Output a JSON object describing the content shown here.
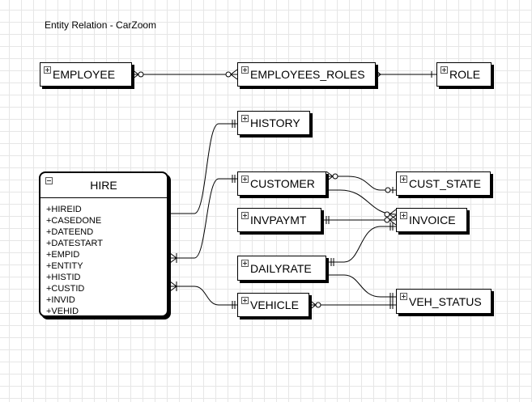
{
  "title": "Entity Relation - CarZoom",
  "entities": {
    "employee": "EMPLOYEE",
    "employees_roles": "EMPLOYEES_ROLES",
    "role": "ROLE",
    "history": "HISTORY",
    "customer": "CUSTOMER",
    "cust_state": "CUST_STATE",
    "invpaymt": "INVPAYMT",
    "invoice": "INVOICE",
    "dailyrate": "DAILYRATE",
    "vehicle": "VEHICLE",
    "veh_status": "VEH_STATUS",
    "hire": {
      "name": "HIRE",
      "attributes": [
        "+HIREID",
        "+CASEDONE",
        "+DATEEND",
        "+DATESTART",
        "+EMPID",
        "+ENTITY",
        "+HISTID",
        "+CUSTID",
        "+INVID",
        "+VEHID"
      ]
    }
  },
  "colors": {
    "line": "#000000",
    "grid": "#e6e6e6",
    "background": "#ffffff"
  },
  "icons": {
    "collapsed": "plus-box-icon",
    "expanded": "minus-box-icon"
  }
}
